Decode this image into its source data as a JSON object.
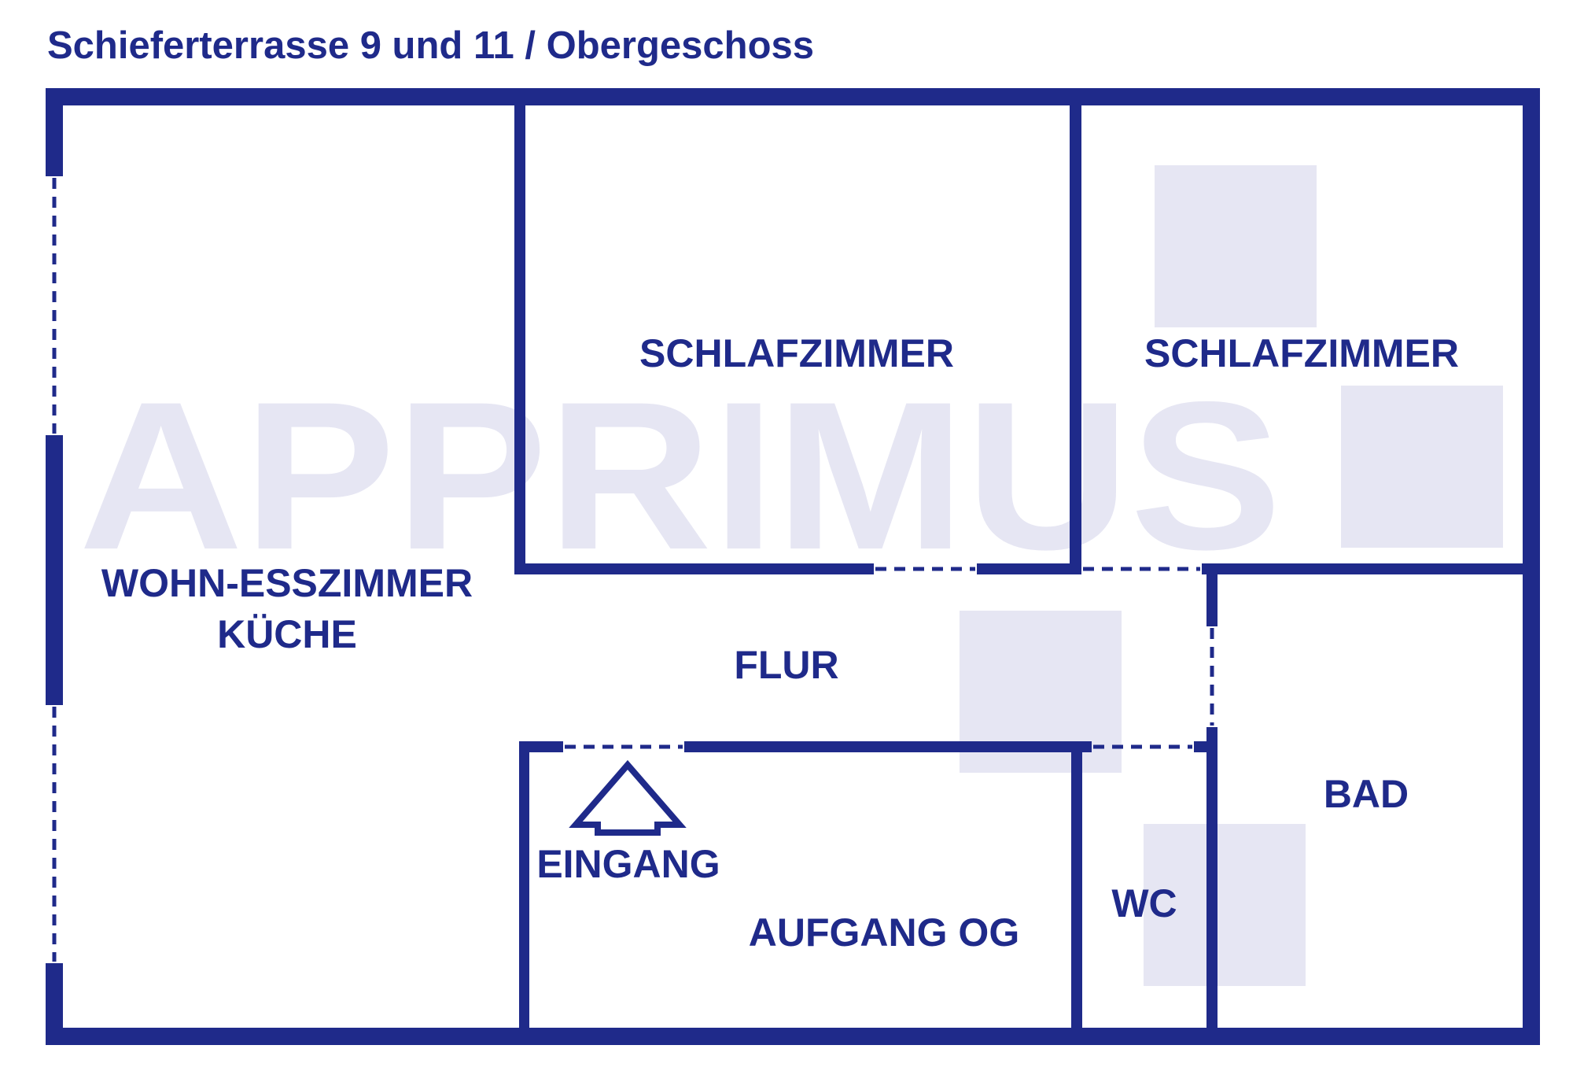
{
  "title": "Schieferterrasse 9 und 11 / Obergeschoss",
  "watermark": "APPRIMUS",
  "rooms": {
    "wohn_line1": "WOHN-ESSZIMMER",
    "wohn_line2": "KÜCHE",
    "schlaf1": "SCHLAFZIMMER",
    "schlaf2": "SCHLAFZIMMER",
    "flur": "FLUR",
    "eingang": "EINGANG",
    "aufgang": "AUFGANG OG",
    "wc": "WC",
    "bad": "BAD"
  },
  "colors": {
    "wall": "#1f2a8a",
    "watermark": "#e6e6f3",
    "background": "#ffffff"
  }
}
